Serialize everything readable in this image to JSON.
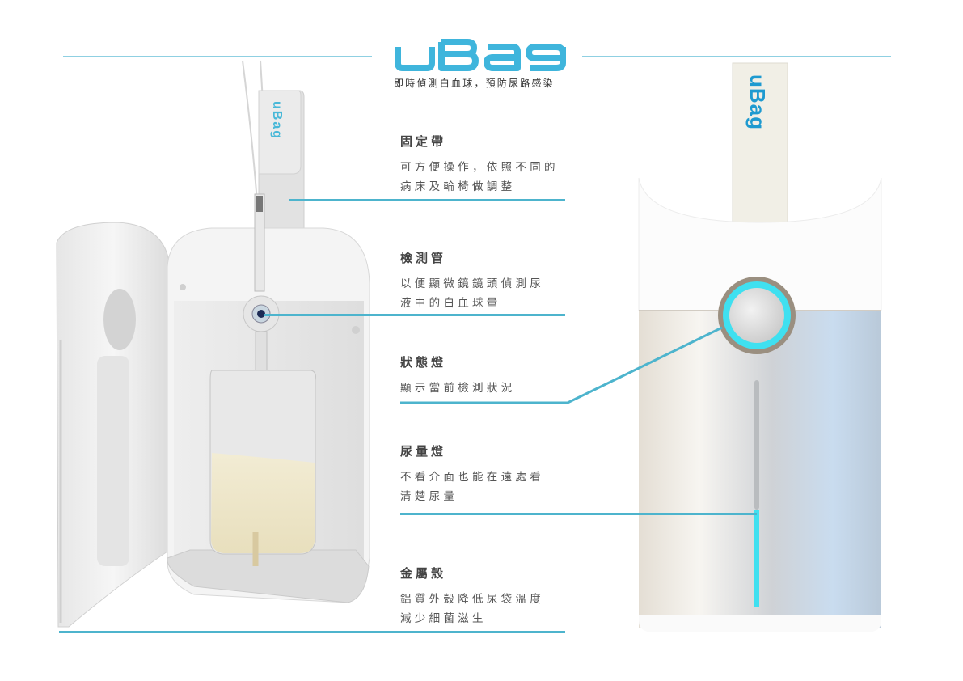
{
  "header": {
    "brand": "uBag",
    "tagline": "即時偵測白血球，預防尿路感染",
    "brand_color": "#3fb5dc",
    "rule_color": "#8fd0e2"
  },
  "features": [
    {
      "id": "strap",
      "title": "固定帶",
      "lines": [
        "可方便操作，依照不同的",
        "病床及輪椅做調整"
      ]
    },
    {
      "id": "detection-tube",
      "title": "檢測管",
      "lines": [
        "以便顯微鏡鏡頭偵測尿",
        "液中的白血球量"
      ]
    },
    {
      "id": "status-light",
      "title": "狀態燈",
      "lines": [
        "顯示當前檢測狀況"
      ]
    },
    {
      "id": "urine-level-light",
      "title": "尿量燈",
      "lines": [
        "不看介面也能在遠處看",
        "清楚尿量"
      ]
    },
    {
      "id": "metal-shell",
      "title": "金屬殼",
      "lines": [
        "鋁質外殼降低尿袋溫度",
        "減少細菌滋生"
      ]
    }
  ],
  "products": {
    "open_view": {
      "strap_label": "uBag"
    },
    "closed_view": {
      "strap_label": "uBag",
      "light_color": "#3fe0f0"
    }
  },
  "leader_color": "#4db4cd"
}
